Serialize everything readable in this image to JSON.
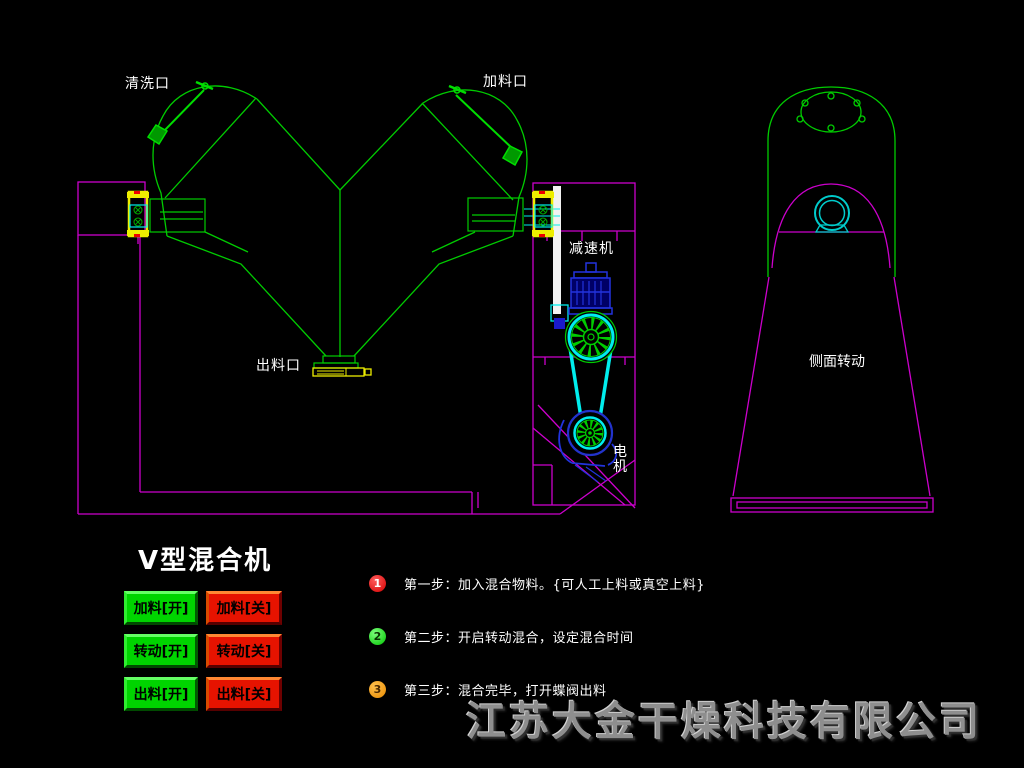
{
  "title": "V型混合机",
  "diagram": {
    "front_view": {
      "labels": {
        "cleaning_port": "清洗口",
        "feeding_port": "加料口",
        "discharge_port": "出料口",
        "reducer": "减速机",
        "motor": "电机"
      }
    },
    "side_view": {
      "label": "侧面转动"
    }
  },
  "controls": [
    {
      "id": "feed-on",
      "label": "加料[开]",
      "color": "green"
    },
    {
      "id": "feed-off",
      "label": "加料[关]",
      "color": "red"
    },
    {
      "id": "rotate-on",
      "label": "转动[开]",
      "color": "green"
    },
    {
      "id": "rotate-off",
      "label": "转动[关]",
      "color": "red"
    },
    {
      "id": "discharge-on",
      "label": "出料[开]",
      "color": "green"
    },
    {
      "id": "discharge-off",
      "label": "出料[关]",
      "color": "red"
    }
  ],
  "steps": [
    {
      "number": "1",
      "badge_color": "#d40000",
      "text": "第一步：加入混合物料。{可人工上料或真空上料}"
    },
    {
      "number": "2",
      "badge_color": "#00c400",
      "text": "第二步：开启转动混合，设定混合时间"
    },
    {
      "number": "3",
      "badge_color": "#e88a00",
      "text": "第三步：混合完毕，打开蝶阀出料"
    }
  ],
  "watermark": "江苏大金干燥科技有限公司",
  "colors": {
    "background": "#000000",
    "frame_magenta": "#cc00cc",
    "drawing_green": "#00cc00",
    "accent_cyan": "#00eeee",
    "accent_yellow": "#eeee00",
    "accent_blue": "#2233dd",
    "button_green": "#00d400",
    "button_red": "#e61300",
    "label_white": "#ffffff",
    "watermark_gray": "#8e8e8e"
  }
}
